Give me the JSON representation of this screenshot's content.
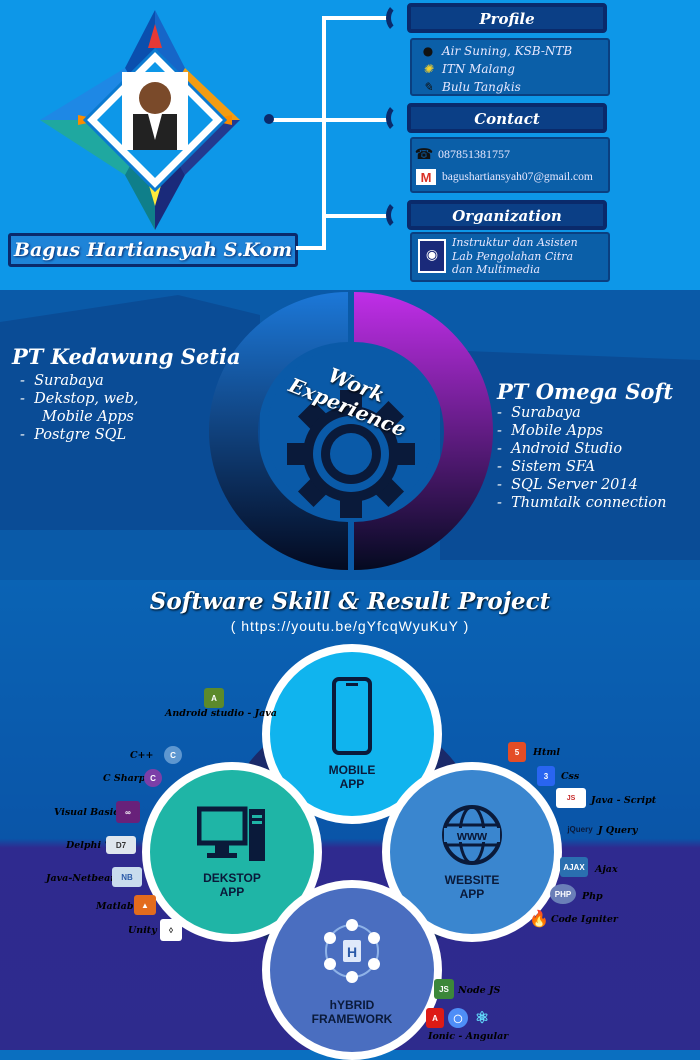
{
  "profile_name": "Bagus Hartiansyah S.Kom",
  "profile": {
    "title": "Profile",
    "items": [
      {
        "icon": "location-pin-icon",
        "text": "Air Suning, KSB-NTB"
      },
      {
        "icon": "university-logo-icon",
        "text": "ITN Malang"
      },
      {
        "icon": "badminton-icon",
        "text": "Bulu Tangkis"
      }
    ]
  },
  "contact": {
    "title": "Contact",
    "phone": "087851381757",
    "email": "bagushartiansyah07@gmail.com"
  },
  "organization": {
    "title": "Organization",
    "line1": "Instruktur dan Asisten",
    "line2": "Lab Pengolahan Citra",
    "line3": "dan Multimedia"
  },
  "work": {
    "title": "Work Experience",
    "left": {
      "company": "PT Kedawung Setia",
      "items": [
        "Surabaya",
        "Dekstop, web,",
        "Mobile Apps",
        "Postgre SQL"
      ]
    },
    "right": {
      "company": "PT Omega Soft",
      "items": [
        "Surabaya",
        "Mobile Apps",
        "Android Studio",
        "Sistem SFA",
        "SQL Server 2014",
        "Thumtalk connection"
      ]
    }
  },
  "skills": {
    "title": "Software Skill & Result Project",
    "link": "( https://youtu.be/gYfcqWyuKuY )",
    "mobile": {
      "line1": "MOBILE",
      "line2": "APP"
    },
    "desktop": {
      "line1": "DEKSTOP",
      "line2": "APP"
    },
    "website": {
      "line1": "WEBSITE",
      "line2": "APP"
    },
    "hybrid": {
      "line1": "hYBRID",
      "line2": "FRAMEWORK"
    },
    "tech": {
      "android": "Android studio - Java",
      "cpp": "C++",
      "csharp": "C Sharp",
      "vb": "Visual Basic",
      "delphi": "Delphi 7",
      "netbeans": "Java-Netbeans",
      "matlab": "Matlab",
      "unity": "Unity",
      "html": "Html",
      "css": "Css",
      "js": "Java - Script",
      "jquery": "J Query",
      "ajax": "Ajax",
      "php": "Php",
      "ci": "Code Igniter",
      "node": "Node JS",
      "ionic": "Ionic - Angular"
    }
  },
  "colors": {
    "header_bg": "#0d97e8",
    "work_bg": "#0a5aa8",
    "tab_bg": "#0b3f86",
    "mobile_circle": "#10b4ee",
    "desktop_circle": "#1fb5a6",
    "website_circle": "#3a86cf",
    "hybrid_circle": "#4a6ec0"
  }
}
